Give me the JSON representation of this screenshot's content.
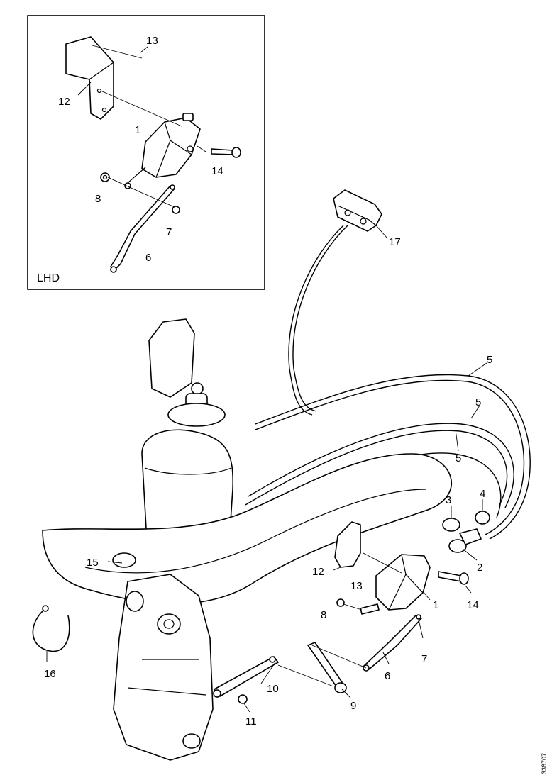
{
  "inset": {
    "label": "LHD"
  },
  "callouts": {
    "inset_13": "13",
    "inset_12": "12",
    "inset_1": "1",
    "inset_14": "14",
    "inset_8": "8",
    "inset_7": "7",
    "inset_6": "6",
    "c17": "17",
    "c5a": "5",
    "c5b": "5",
    "c5c": "5",
    "c3": "3",
    "c4": "4",
    "c2": "2",
    "c15": "15",
    "c12": "12",
    "c13": "13",
    "c1": "1",
    "c14": "14",
    "c8": "8",
    "c7": "7",
    "c6": "6",
    "c16": "16",
    "c10": "10",
    "c9": "9",
    "c11": "11"
  },
  "drawing_code": "336707"
}
